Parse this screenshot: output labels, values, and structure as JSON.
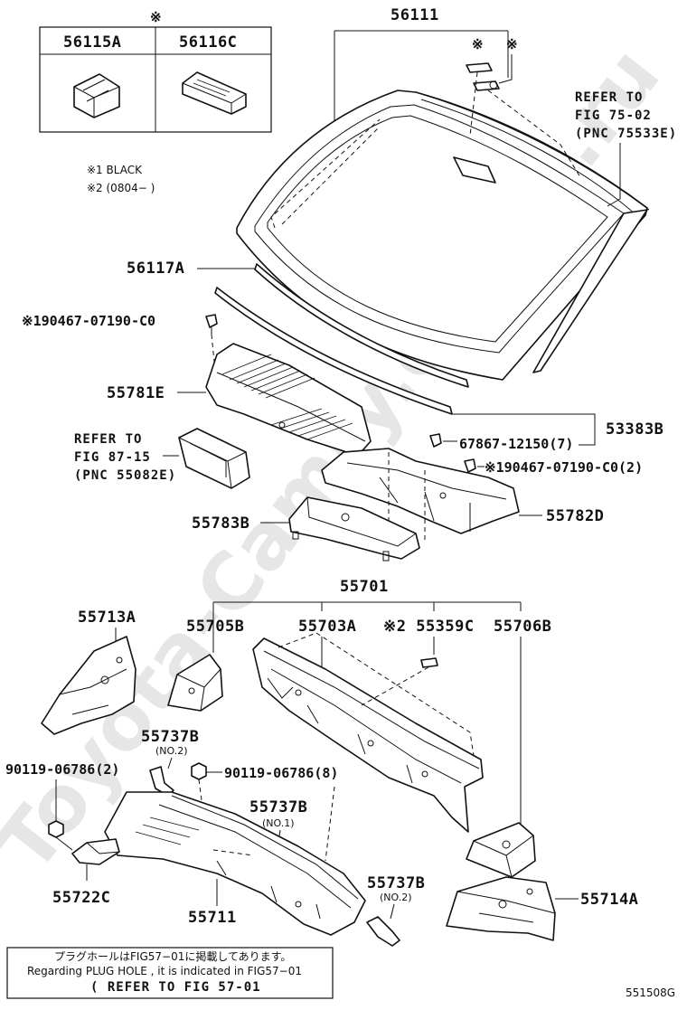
{
  "labels": {
    "p56111": "56111",
    "p56115A": "56115A",
    "p56116C": "56116C",
    "kome_header": "※",
    "kome_a": "※",
    "kome_b": "※",
    "note1": "※1 BLACK",
    "note2": "※2 (0804−       )",
    "refer_75_line1": "REFER TO",
    "refer_75_line2": "FIG 75-02",
    "refer_75_line3": "(PNC 75533E)",
    "p56117A": "56117A",
    "p90467_top": "※190467-07190-C0",
    "p55781E": "55781E",
    "refer_87_line1": "REFER TO",
    "refer_87_line2": "FIG 87-15",
    "refer_87_line3": "(PNC 55082E)",
    "p53383B": "53383B",
    "p67867": "67867-12150(7)",
    "p90467_right": "※190467-07190-C0(2)",
    "p55783B": "55783B",
    "p55782D": "55782D",
    "p55701": "55701",
    "p55713A": "55713A",
    "p55705B": "55705B",
    "p55703A": "55703A",
    "p55359C": "※2 55359C",
    "p55706B": "55706B",
    "p55737B_a": "55737B",
    "sub_no2_a": "(NO.2)",
    "p90119_left": "90119-06786(2)",
    "p90119_mid": "90119-06786(8)",
    "p55737B_b": "55737B",
    "sub_no1": "(NO.1)",
    "p55722C": "55722C",
    "p55711": "55711",
    "p55737B_c": "55737B",
    "sub_no2_b": "(NO.2)",
    "p55714A": "55714A",
    "footer_jp": "プラグホールはFIG57−01に掲載してあります。",
    "footer_en": "Regarding PLUG HOLE , it is indicated in FIG57−01",
    "footer_ref": "( REFER TO FIG 57-01",
    "code": "551508G",
    "watermark": "Toyota-Camry.online.ru"
  }
}
